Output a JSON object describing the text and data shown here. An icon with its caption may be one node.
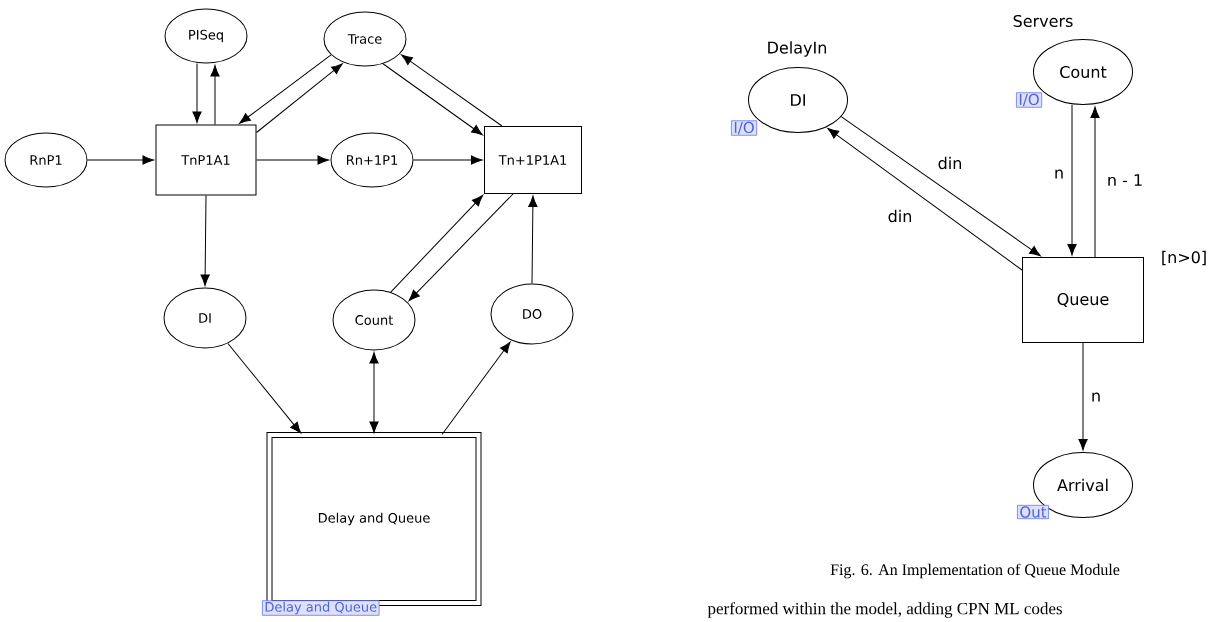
{
  "diagram": {
    "caption": "Fig. 6. An Implementation of Queue Module",
    "nodes": [
      {
        "text": [
          "PISeq"
        ]
      },
      {
        "text": [
          "Trace"
        ]
      },
      {
        "text": [
          "RnP1"
        ]
      },
      {
        "text": [
          "TnP1A1"
        ]
      },
      {
        "text": [
          "Rn+1P1"
        ]
      },
      {
        "text": [
          "Tn+1P1A1"
        ]
      },
      {
        "text": [
          "DI"
        ]
      },
      {
        "text": [
          "Count"
        ]
      },
      {
        "text": [
          "DO"
        ]
      },
      {
        "text": [
          "Delay and Queue"
        ],
        "beside": [
          "Delay and Queue"
        ]
      },
      {
        "text": [
          "DelayIn",
          "DI"
        ],
        "beside": [
          "I/O"
        ]
      },
      {
        "text": [
          "Servers",
          "Count"
        ],
        "beside": [
          "I/O"
        ]
      },
      {
        "text": [
          "Queue"
        ],
        "beside": [
          "[n>0]"
        ]
      },
      {
        "text": [
          "Arrival"
        ],
        "beside": [
          "Out"
        ]
      }
    ],
    "edges": [
      {
        "from": 0,
        "to": 3,
        "arrow": "to"
      },
      {
        "from": 3,
        "to": 0,
        "arrow": "to"
      },
      {
        "from": 1,
        "to": 3,
        "arrow": "to"
      },
      {
        "from": 3,
        "to": 1,
        "arrow": "to"
      },
      {
        "from": 2,
        "to": 3,
        "arrow": "to"
      },
      {
        "from": 3,
        "to": 4,
        "arrow": "to"
      },
      {
        "from": 4,
        "to": 5,
        "arrow": "to"
      },
      {
        "from": 1,
        "to": 5,
        "arrow": "to"
      },
      {
        "from": 5,
        "to": 1,
        "arrow": "to"
      },
      {
        "from": 7,
        "to": 5,
        "arrow": "to"
      },
      {
        "from": 5,
        "to": 7,
        "arrow": "to"
      },
      {
        "from": 8,
        "to": 5,
        "arrow": "to"
      },
      {
        "from": 3,
        "to": 6,
        "arrow": "to"
      },
      {
        "from": 6,
        "to": 9,
        "arrow": "to"
      },
      {
        "from": 7,
        "to": 9,
        "arrow": "both"
      },
      {
        "from": 9,
        "to": 8,
        "arrow": "to"
      },
      {
        "from": 10,
        "to": 12,
        "arrow": "to",
        "label": "din"
      },
      {
        "from": 12,
        "to": 10,
        "arrow": "to",
        "label": "din"
      },
      {
        "from": 11,
        "to": 12,
        "arrow": "to",
        "label": "n"
      },
      {
        "from": 12,
        "to": 11,
        "arrow": "to",
        "label": "n - 1"
      },
      {
        "from": 12,
        "to": 13,
        "arrow": "to",
        "label": "n"
      }
    ],
    "labels": [
      "performed within the model, adding CPN ML codes"
    ]
  }
}
